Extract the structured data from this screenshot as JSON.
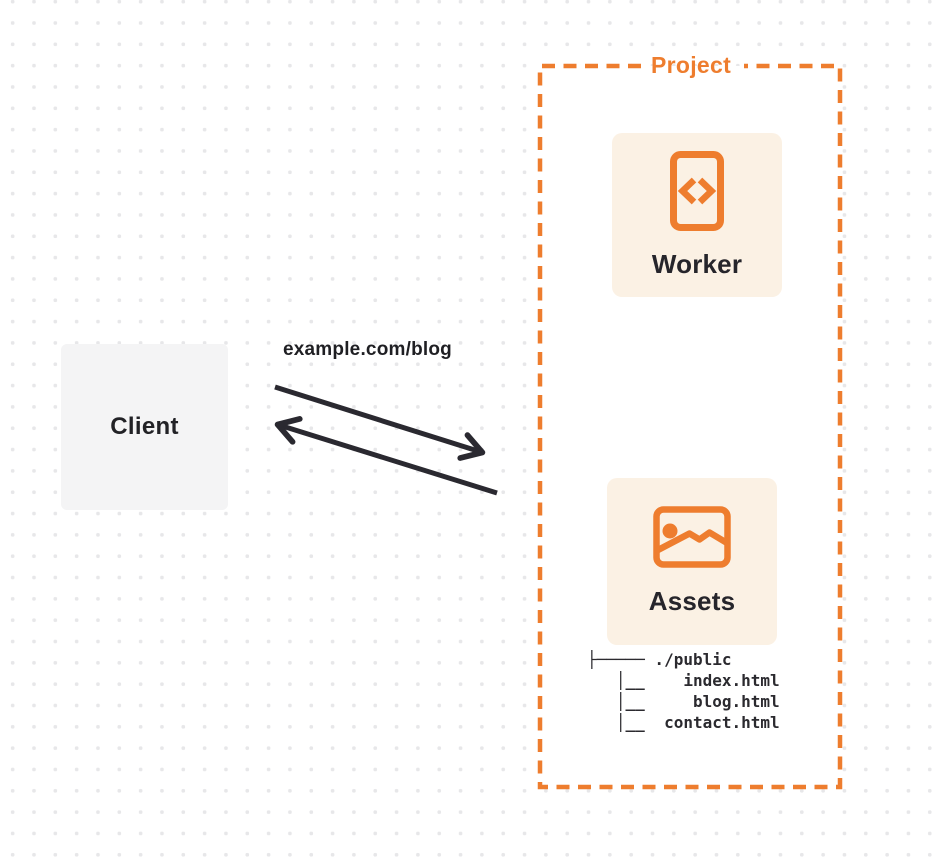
{
  "colors": {
    "accent_orange": "#ee7d2e",
    "card_background": "#fbf1e4",
    "client_background": "#f4f4f5",
    "ink": "#26252b",
    "arrow": "#2a2930",
    "dot_grid": "#e7e7e9"
  },
  "client": {
    "label": "Client"
  },
  "request": {
    "url_label": "example.com/blog"
  },
  "project": {
    "label": "Project",
    "nodes": [
      {
        "label": "Worker",
        "icon": "code-file-icon"
      },
      {
        "label": "Assets",
        "icon": "image-icon"
      }
    ],
    "file_tree": {
      "lines": [
        "├───── ./public",
        "   │__    index.html",
        "   │__     blog.html",
        "   │__  contact.html"
      ]
    }
  }
}
